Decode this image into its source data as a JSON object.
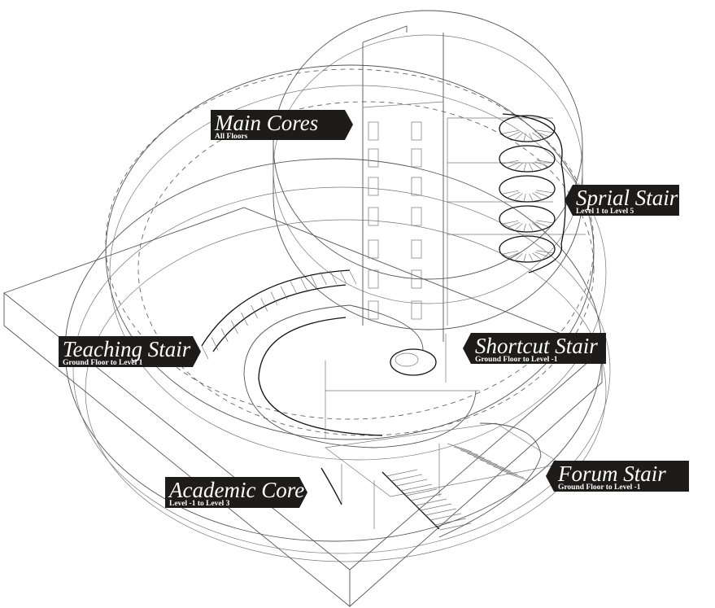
{
  "diagram": {
    "labels": [
      {
        "id": "main-cores",
        "title": "Main Cores",
        "subtitle": "All Floors"
      },
      {
        "id": "sprial-stair",
        "title": "Sprial Stair",
        "subtitle": "Level 1 to Level 5"
      },
      {
        "id": "teaching-stair",
        "title": "Teaching Stair",
        "subtitle": "Ground Floor to Level 1"
      },
      {
        "id": "shortcut-stair",
        "title": "Shortcut Stair",
        "subtitle": "Ground Floor to Level -1"
      },
      {
        "id": "academic-core",
        "title": "Academic Core",
        "subtitle": "Level -1 to Level 3"
      },
      {
        "id": "forum-stair",
        "title": "Forum Stair",
        "subtitle": "Ground Floor to Level -1"
      }
    ],
    "colors": {
      "label_bg": "#1e1b1b",
      "label_text": "#ffffff",
      "linework": "#555555"
    }
  }
}
